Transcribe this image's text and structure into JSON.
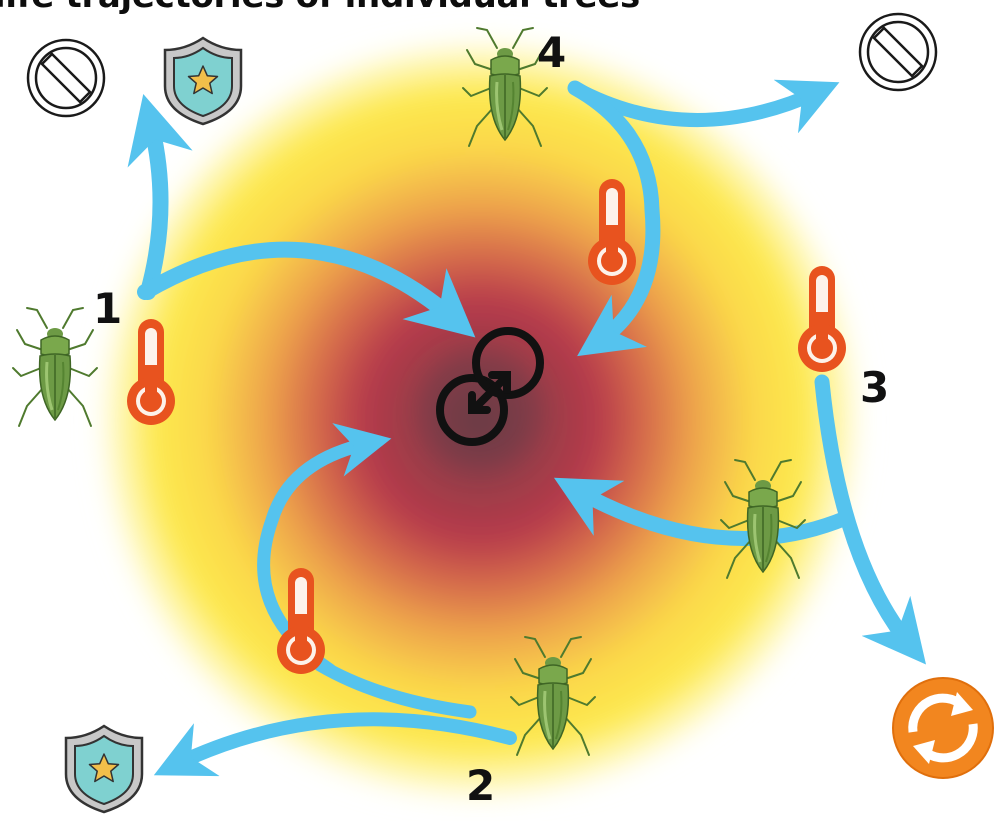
{
  "title": "life trajectories of individual trees",
  "labels": {
    "one": "1",
    "two": "2",
    "three": "3",
    "four": "4"
  },
  "colors": {
    "arrow": "#55c3ee",
    "thermo": "#e8531f",
    "beetle": "#5e8f3b",
    "shield": "#7fd1d0",
    "star": "#f2bf4a",
    "recycle": "#f2861f",
    "ring_outer": "#fde84a",
    "ring_orange": "#eb9d4e",
    "ring_red": "#b53b49",
    "ring_core": "#7a4149"
  },
  "icons": [
    "no-entry-icon",
    "shield-star-icon",
    "beetle-icon",
    "thermometer-icon",
    "recycle-icon",
    "link-arrow-icon"
  ]
}
